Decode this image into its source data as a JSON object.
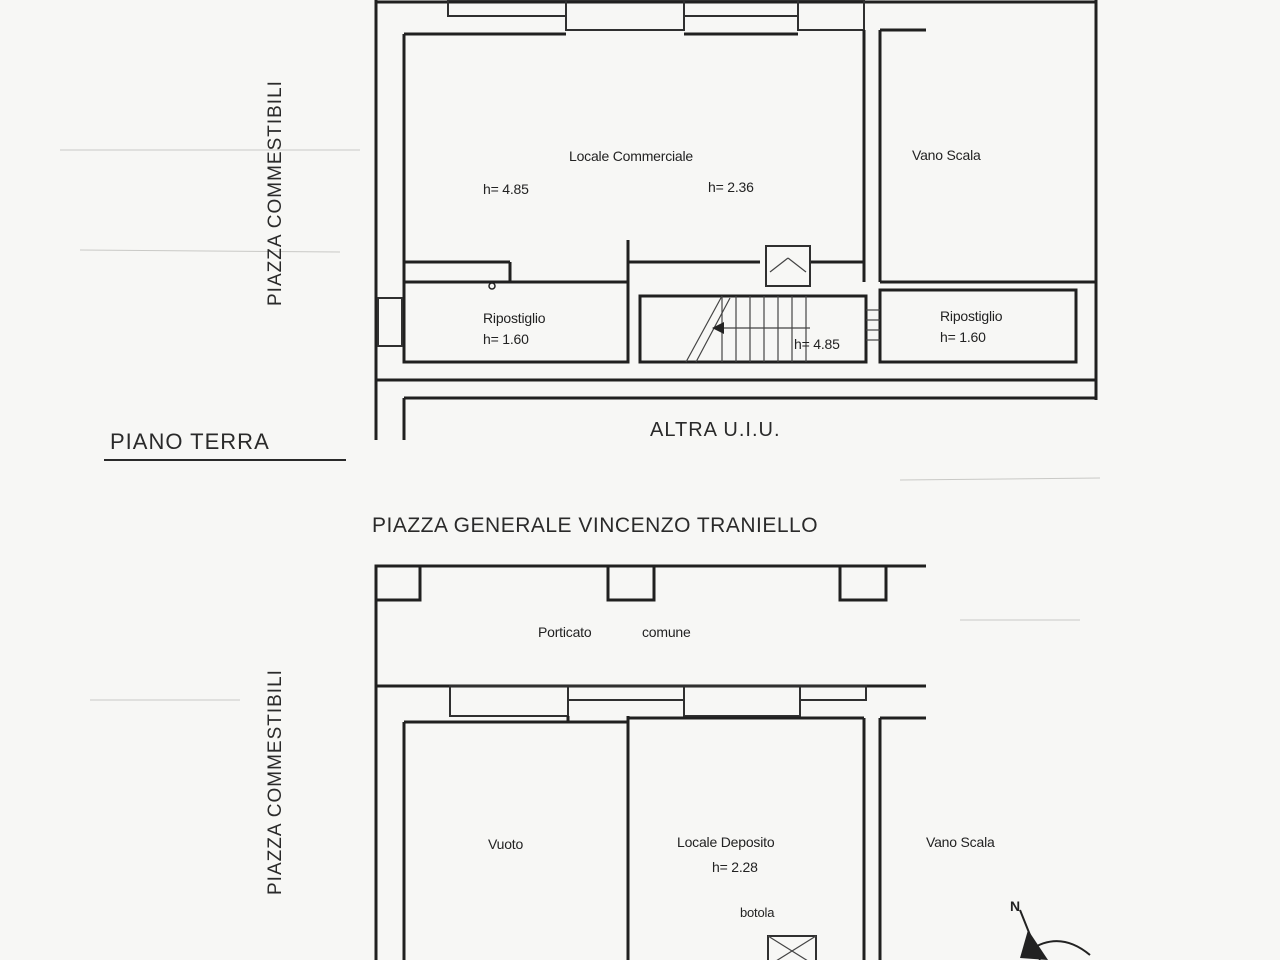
{
  "ground_floor": {
    "title": "PIANO TERRA",
    "side_street": "PIAZZA COMMESTIBILI",
    "bottom_label": "ALTRA U.I.U.",
    "rooms": {
      "commercial": {
        "name": "Locale Commerciale",
        "height_a": "h= 4.85",
        "height_b": "h= 2.36"
      },
      "stair_top": {
        "name": "Vano Scala"
      },
      "storage_left": {
        "name": "Ripostiglio",
        "height": "h= 1.60"
      },
      "stair_height": "h= 4.85",
      "storage_right": {
        "name": "Ripostiglio",
        "height": "h= 1.60"
      }
    }
  },
  "main_street": "PIAZZA GENERALE VINCENZO TRANIELLO",
  "lower_floor": {
    "side_street": "PIAZZA COMMESTIBILI",
    "portico": {
      "word1": "Porticato",
      "word2": "comune"
    },
    "void": "Vuoto",
    "deposit": {
      "name": "Locale Deposito",
      "height": "h= 2.28"
    },
    "stair": "Vano Scala",
    "hatch": "botola"
  },
  "compass": {
    "north": "N"
  }
}
